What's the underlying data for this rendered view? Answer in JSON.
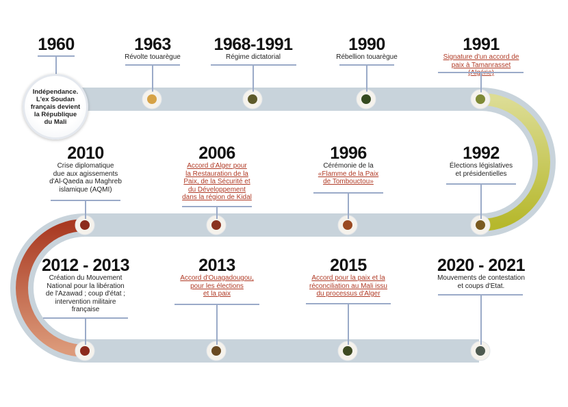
{
  "title": "Chronologie du Mali",
  "colors": {
    "track_bg": "#c8d3db",
    "link": "#b03a25",
    "rule": "#9aaac8",
    "node_ring": "#f5f2ec"
  },
  "intro": {
    "year": "1960",
    "text": "Indépendance.\nL'ex  Soudan\nfrançais devient\nla République\ndu Mali"
  },
  "events": [
    {
      "year": "1963",
      "desc": "Révolte touarègue",
      "link": false,
      "dot": "#d6a246"
    },
    {
      "year": "1968-1991",
      "desc": "Régime dictatorial",
      "link": false,
      "dot": "#5e5a2a"
    },
    {
      "year": "1990",
      "desc": "Rébellion touarègue",
      "link": false,
      "dot": "#354a20"
    },
    {
      "year": "1991",
      "desc": "Signature d'un accord de\npaix à Tamanrasset (Algérie)",
      "link": true,
      "dot": "#7f8a36"
    },
    {
      "year": "1992",
      "desc": "Élections législatives\net présidentielles",
      "link": false,
      "dot": "#7a5a20"
    },
    {
      "year": "1996",
      "desc_prefix": "Cérémonie de la",
      "desc": "«Flamme de la Paix\nde Tombouctou»",
      "link": true,
      "dot": "#9a4a22"
    },
    {
      "year": "2006",
      "desc": "Accord d'Alger pour\nla Restauration de la\nPaix, de la Sécurité et\ndu Développement\ndans la région de Kidal",
      "link": true,
      "dot": "#8a3220"
    },
    {
      "year": "2010",
      "desc": "Crise diplomatique\ndue aux agissements\nd'Al-Qaeda au Maghreb\nislamique (AQMI)",
      "link": false,
      "dot": "#8c2a1c"
    },
    {
      "year": "2012 - 2013",
      "desc": "Création du Mouvement\nNational pour la libération\nde l'Azawad ; coup d'état ;\nintervention militaire\nfrançaise",
      "link": false,
      "dot": "#8c2a1c"
    },
    {
      "year": "2013",
      "desc": "Accord d'Ouagadougou,\npour les élections\net la paix",
      "link": true,
      "dot": "#6a4a22"
    },
    {
      "year": "2015",
      "desc": "Accord pour la paix et la\nréconciliation au Mali issu\ndu processus d'Alger",
      "link": true,
      "dot": "#3e4a22"
    },
    {
      "year": "2020 - 2021",
      "desc": "Mouvements de contestation\net coups d'Etat.",
      "link": false,
      "dot": "#4e5a50"
    }
  ]
}
